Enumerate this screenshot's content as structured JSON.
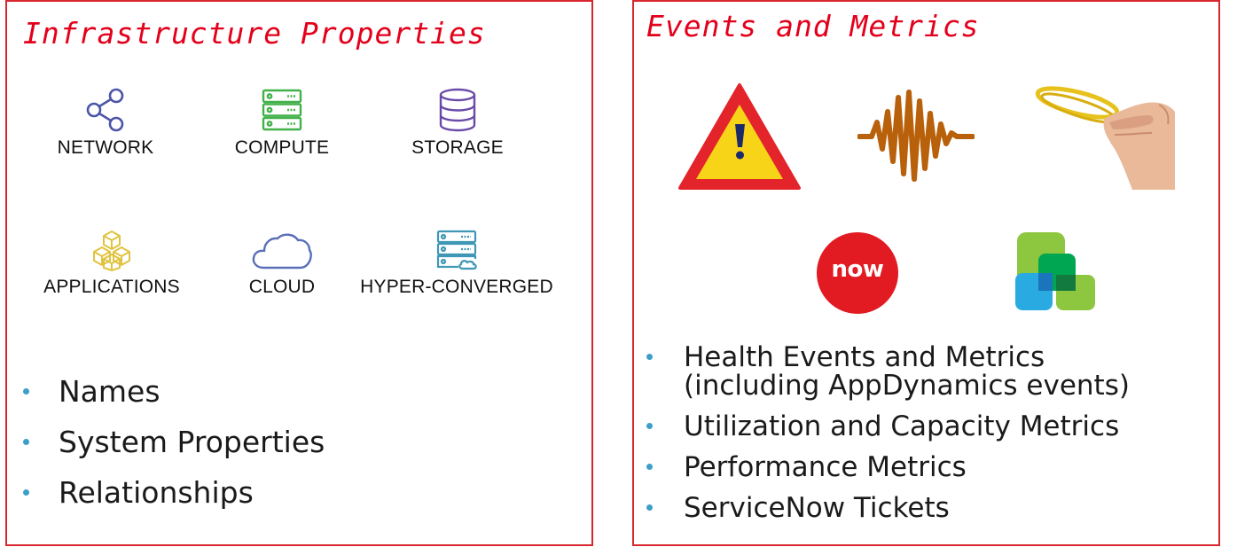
{
  "left_panel": {
    "title": "Infrastructure Properties",
    "categories": [
      {
        "label": "NETWORK",
        "icon": "share-network-icon"
      },
      {
        "label": "COMPUTE",
        "icon": "server-rack-icon"
      },
      {
        "label": "STORAGE",
        "icon": "database-icon"
      },
      {
        "label": "APPLICATIONS",
        "icon": "cubes-icon"
      },
      {
        "label": "CLOUD",
        "icon": "cloud-icon"
      },
      {
        "label": "HYPER-CONVERGED",
        "icon": "server-cloud-icon"
      }
    ],
    "bullets": [
      "Names",
      "System Properties",
      "Relationships"
    ]
  },
  "right_panel": {
    "title": "Events and Metrics",
    "images": [
      "warning-triangle-icon",
      "waveform-icon",
      "rubber-band-stretch-photo",
      "servicenow-logo",
      "appdynamics-logo"
    ],
    "servicenow_logo_text": "now",
    "bullets": [
      "Health Events and Metrics (including AppDynamics events)",
      "Utilization and Capacity Metrics",
      "Performance Metrics",
      "ServiceNow Tickets"
    ]
  },
  "colors": {
    "frame": "#d9262e",
    "title": "#e3001b",
    "bullet_dot": "#3b9fc9",
    "network_icon": "#4b55a8",
    "compute_icon": "#43b14b",
    "storage_icon": "#6a4aa8",
    "applications_icon": "#e0c440",
    "cloud_icon": "#5a6fb8",
    "hyperconverged_icon": "#3f97b5",
    "servicenow_red": "#e21b23",
    "waveform": "#b8600a",
    "warning_yellow": "#f7d417"
  }
}
